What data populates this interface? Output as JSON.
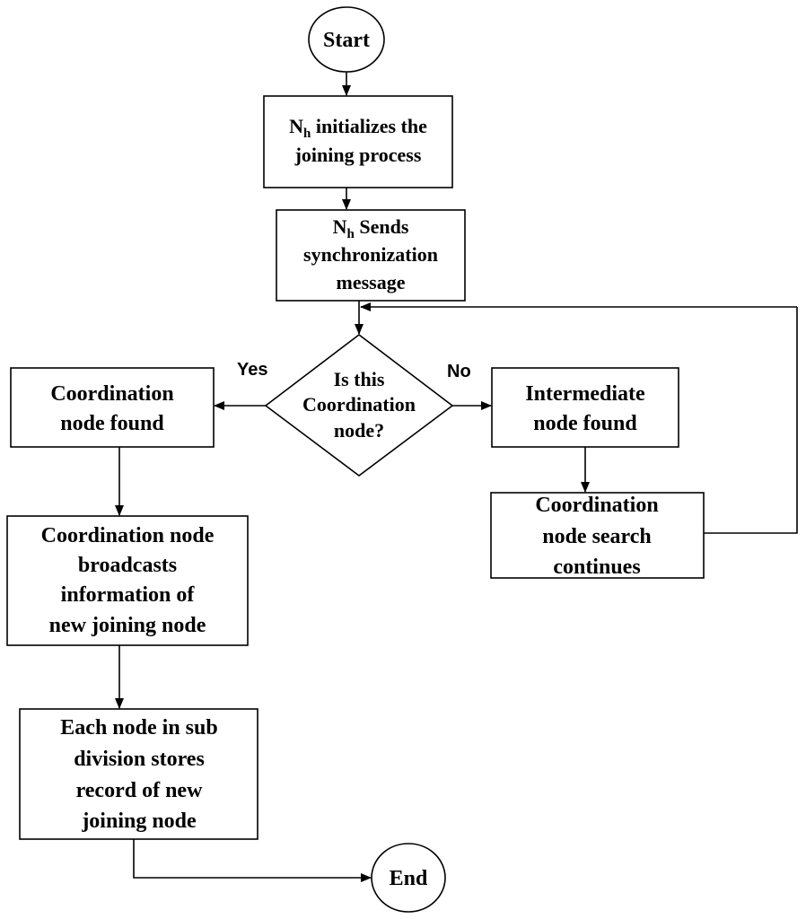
{
  "nodes": {
    "start": "Start",
    "init": {
      "prefix": "N",
      "subscript": "h",
      "line1_rest": " initializes the",
      "line2": "joining process"
    },
    "sync": {
      "prefix": "N",
      "subscript": "h",
      "line1_rest": " Sends",
      "line2": "synchronization",
      "line3": "message"
    },
    "decision": {
      "line1": "Is this",
      "line2": "Coordination",
      "line3": "node?"
    },
    "coord_found": {
      "line1": "Coordination",
      "line2": "node found"
    },
    "intermediate": {
      "line1": "Intermediate",
      "line2": "node found"
    },
    "search": {
      "line1": "Coordination",
      "line2": "node search",
      "line3": "continues"
    },
    "broadcast": {
      "line1": "Coordination node",
      "line2": "broadcasts",
      "line3": "information of",
      "line4": "new joining node"
    },
    "store": {
      "line1": "Each node in sub",
      "line2": "division stores",
      "line3": "record of new",
      "line4": "joining node"
    },
    "end": "End"
  },
  "edges": {
    "yes": "Yes",
    "no": "No"
  }
}
